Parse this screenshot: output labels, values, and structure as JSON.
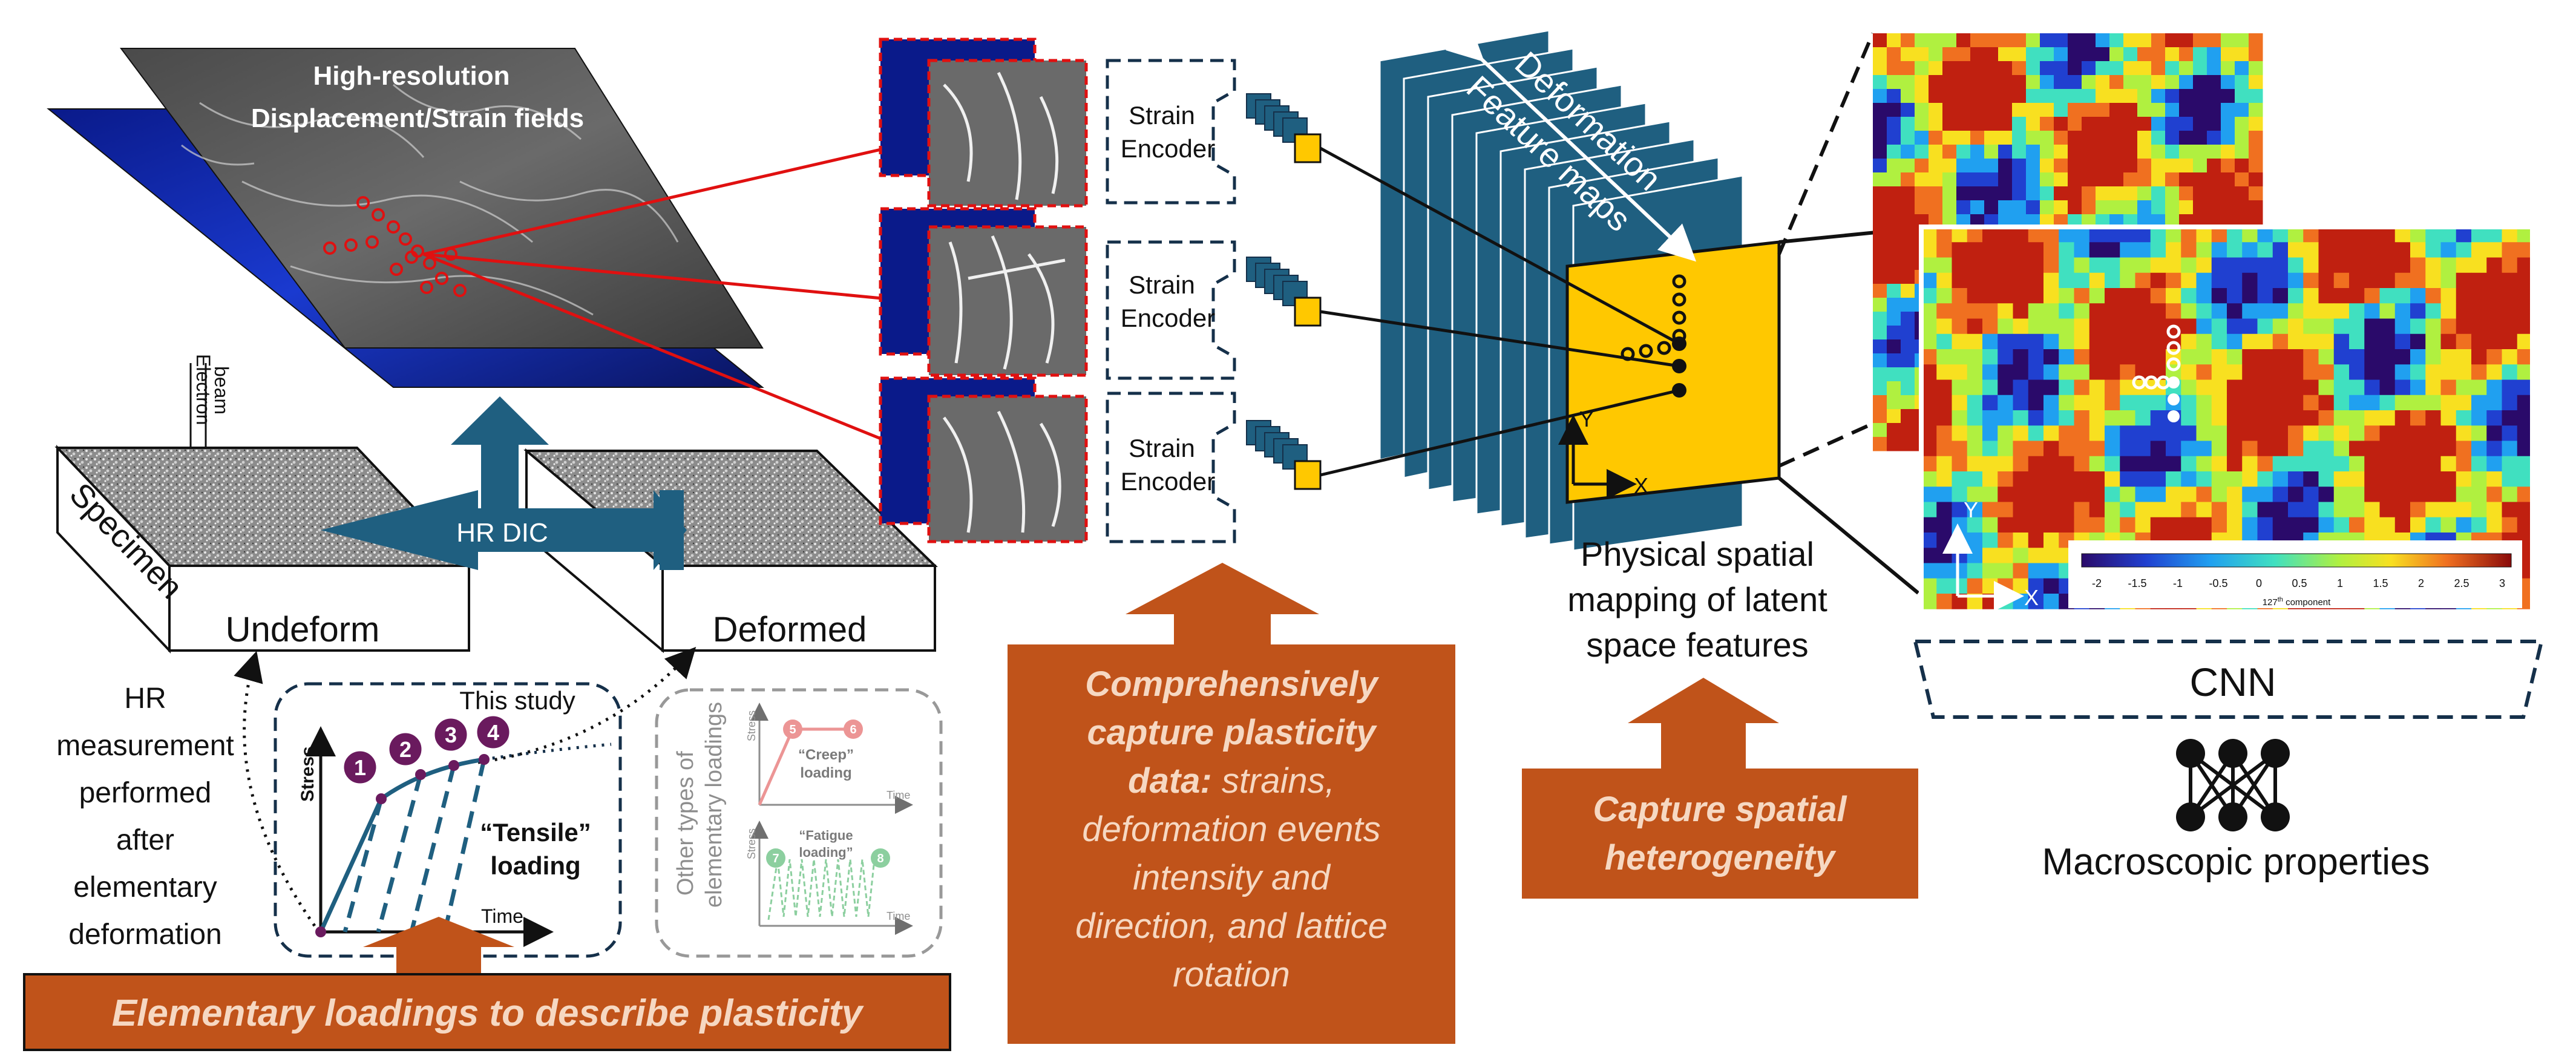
{
  "top_plane": {
    "title_line1": "High-resolution",
    "title_line2": "Displacement/Strain fields",
    "electron_beam_1": "Electron",
    "electron_beam_2": "beam"
  },
  "specimen": {
    "side_label": "Specimen",
    "undeform_label": "Undeform",
    "deformed_label": "Deformed",
    "arrow_label": "HR DIC"
  },
  "hr_note": [
    "HR",
    "measurement",
    "performed",
    "after",
    "elementary",
    "deformation"
  ],
  "tensile_panel": {
    "this_study": "This study",
    "stress": "Stress",
    "time": "Time",
    "loading_1": "“Tensile”",
    "loading_2": "loading",
    "steps": [
      "1",
      "2",
      "3",
      "4"
    ]
  },
  "other_panel": {
    "side_1": "Other types of",
    "side_2": "elementary loadings",
    "creep_1": "“Creep”",
    "creep_2": "loading",
    "fatigue_1": "“Fatigue",
    "fatigue_2": "loading”",
    "stress": "Stress",
    "time": "Time",
    "steps": [
      "5",
      "6",
      "7",
      "8"
    ]
  },
  "bottom_banner": "Elementary loadings to describe plasticity",
  "encoders": [
    "Strain",
    "Encoder"
  ],
  "deformation_stack": {
    "label_1": "Deformation",
    "label_2": "Feature maps",
    "x_axis": "X",
    "y_axis": "Y"
  },
  "center_box": {
    "bold_1": "Comprehensively",
    "bold_2": "capture plasticity",
    "bold_3": "data:",
    "rest_3": " strains,",
    "line_4": "deformation events",
    "line_5": "intensity and",
    "line_6": "direction, and lattice",
    "line_7": "rotation"
  },
  "mapping_label": [
    "Physical spatial",
    "mapping of latent",
    "space features"
  ],
  "spatial_box": [
    "Capture spatial",
    "heterogeneity"
  ],
  "heatmap": {
    "y_axis": "Y",
    "x_axis": "X",
    "ticks": [
      "-2",
      "-1.5",
      "-1",
      "-0.5",
      "0",
      "0.5",
      "1",
      "1.5",
      "2",
      "2.5",
      "3"
    ],
    "caption_pre": "127",
    "caption_sup": "th",
    "caption_post": " component"
  },
  "cnn": {
    "label": "CNN",
    "output": "Macroscopic properties"
  },
  "colors": {
    "orange": "#c0531a",
    "teal": "#1f5f80",
    "yellow": "#ffc800",
    "red": "#e01010",
    "navy": "#15304a",
    "purple": "#6a1a5e"
  }
}
